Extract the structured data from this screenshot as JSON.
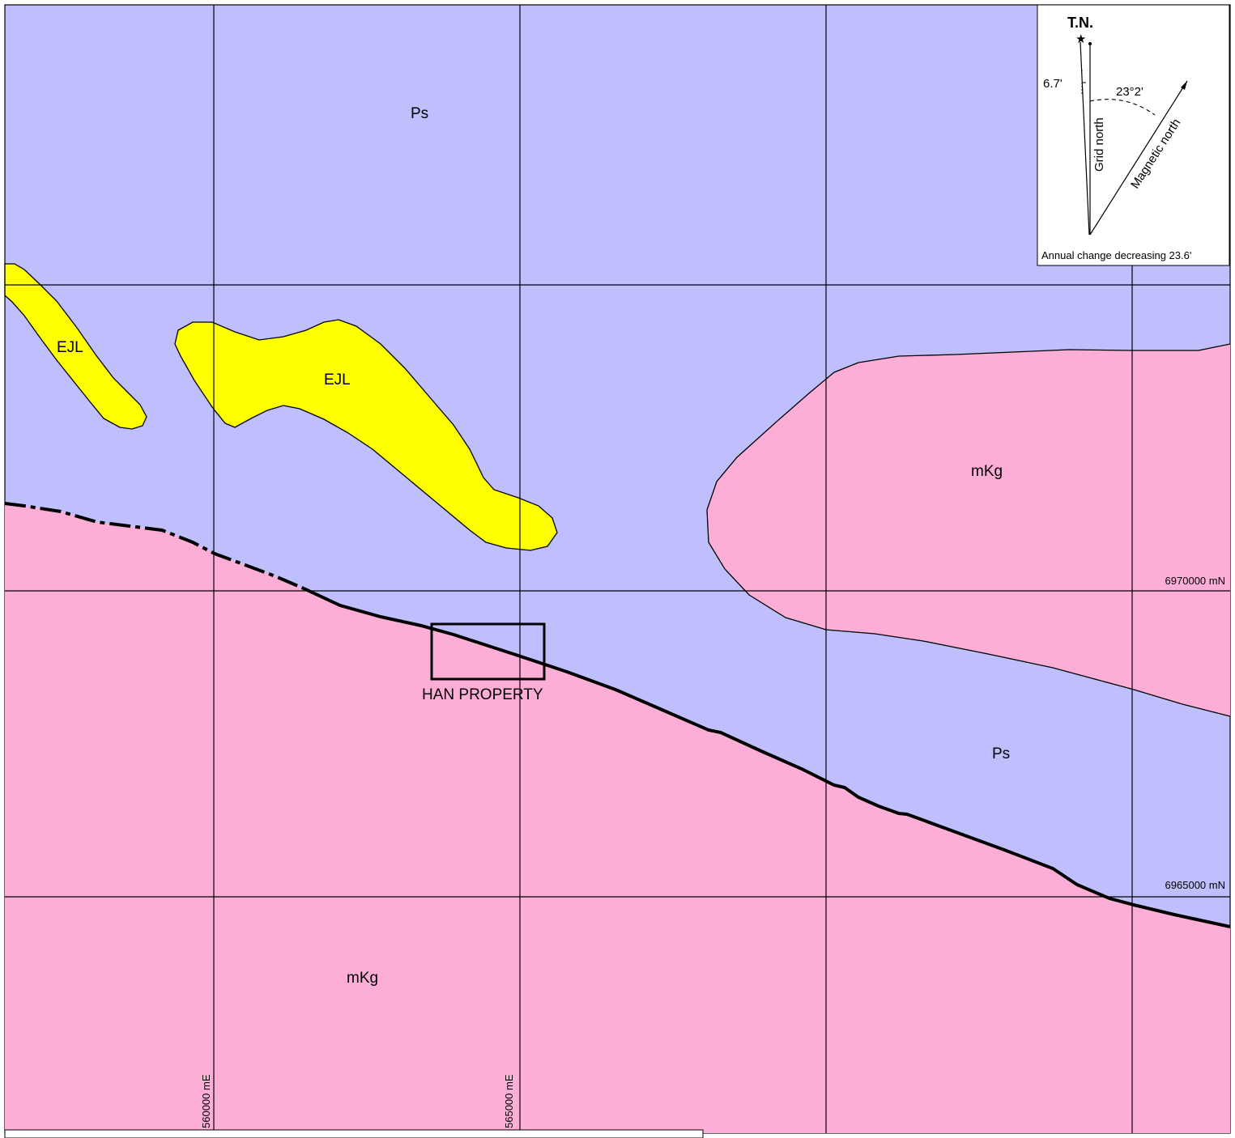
{
  "colors": {
    "ps_unit": "#bfbffd",
    "mkg_unit": "#fcaed6",
    "ejl_unit": "#ffff00",
    "grid_line": "#000000",
    "contact_line": "#000000"
  },
  "units": {
    "ps_north": "Ps",
    "ps_south": "Ps",
    "ejl_west": "EJL",
    "ejl_center": "EJL",
    "mkg_east": "mKg",
    "mkg_south": "mKg"
  },
  "grid": {
    "easting_1": "560000 mE",
    "easting_2": "565000 mE",
    "northing_1": "6970000 mN",
    "northing_2": "6965000 mN"
  },
  "property": {
    "label": "HAN PROPERTY"
  },
  "north_arrow": {
    "true_north": "T.N.",
    "grid_north": "Grid north",
    "magnetic_north": "Magnetic north",
    "grid_convergence": "6.7'",
    "declination": "23°2'",
    "annual_change": "Annual change decreasing 23.6'",
    "icons": [
      "star-icon"
    ]
  }
}
